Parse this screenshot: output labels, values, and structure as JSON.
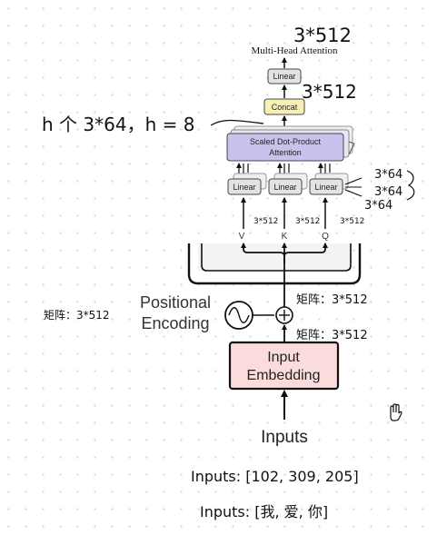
{
  "annotations": {
    "top_dim": "3*512",
    "concat_dim": "3*512",
    "heads_note": "h 个 3*64，h = 8",
    "h_label": "h",
    "brace_dims": [
      "3*64",
      "3*64",
      "3*64"
    ],
    "v_dim": "3*512",
    "k_dim": "3*512",
    "q_dim": "3*512",
    "matrix_left": "矩阵：3*512",
    "matrix_after_add": "矩阵：3*512",
    "matrix_after_embed": "矩阵：3*512",
    "inputs_numbers": "Inputs: [102, 309, 205]",
    "inputs_chars": "Inputs: [我, 爱, 你]"
  },
  "diagram": {
    "mha_title": "Multi-Head Attention",
    "linear_top": "Linear",
    "concat": "Concat",
    "sdpa_line1": "Scaled Dot-Product",
    "sdpa_line2": "Attention",
    "linear_v": "Linear",
    "linear_k": "Linear",
    "linear_q": "Linear",
    "v_label": "V",
    "k_label": "K",
    "q_label": "Q",
    "positional_line1": "Positional",
    "positional_line2": "Encoding",
    "plus_symbol": "+",
    "embedding_line1": "Input",
    "embedding_line2": "Embedding",
    "inputs_label": "Inputs"
  },
  "colors": {
    "linear_fill": "#e3e3e3",
    "concat_fill": "#f7f0b4",
    "sdpa_fill": "#c7c3ec",
    "embedding_fill": "#fbdcdc",
    "ink": "#111111"
  }
}
